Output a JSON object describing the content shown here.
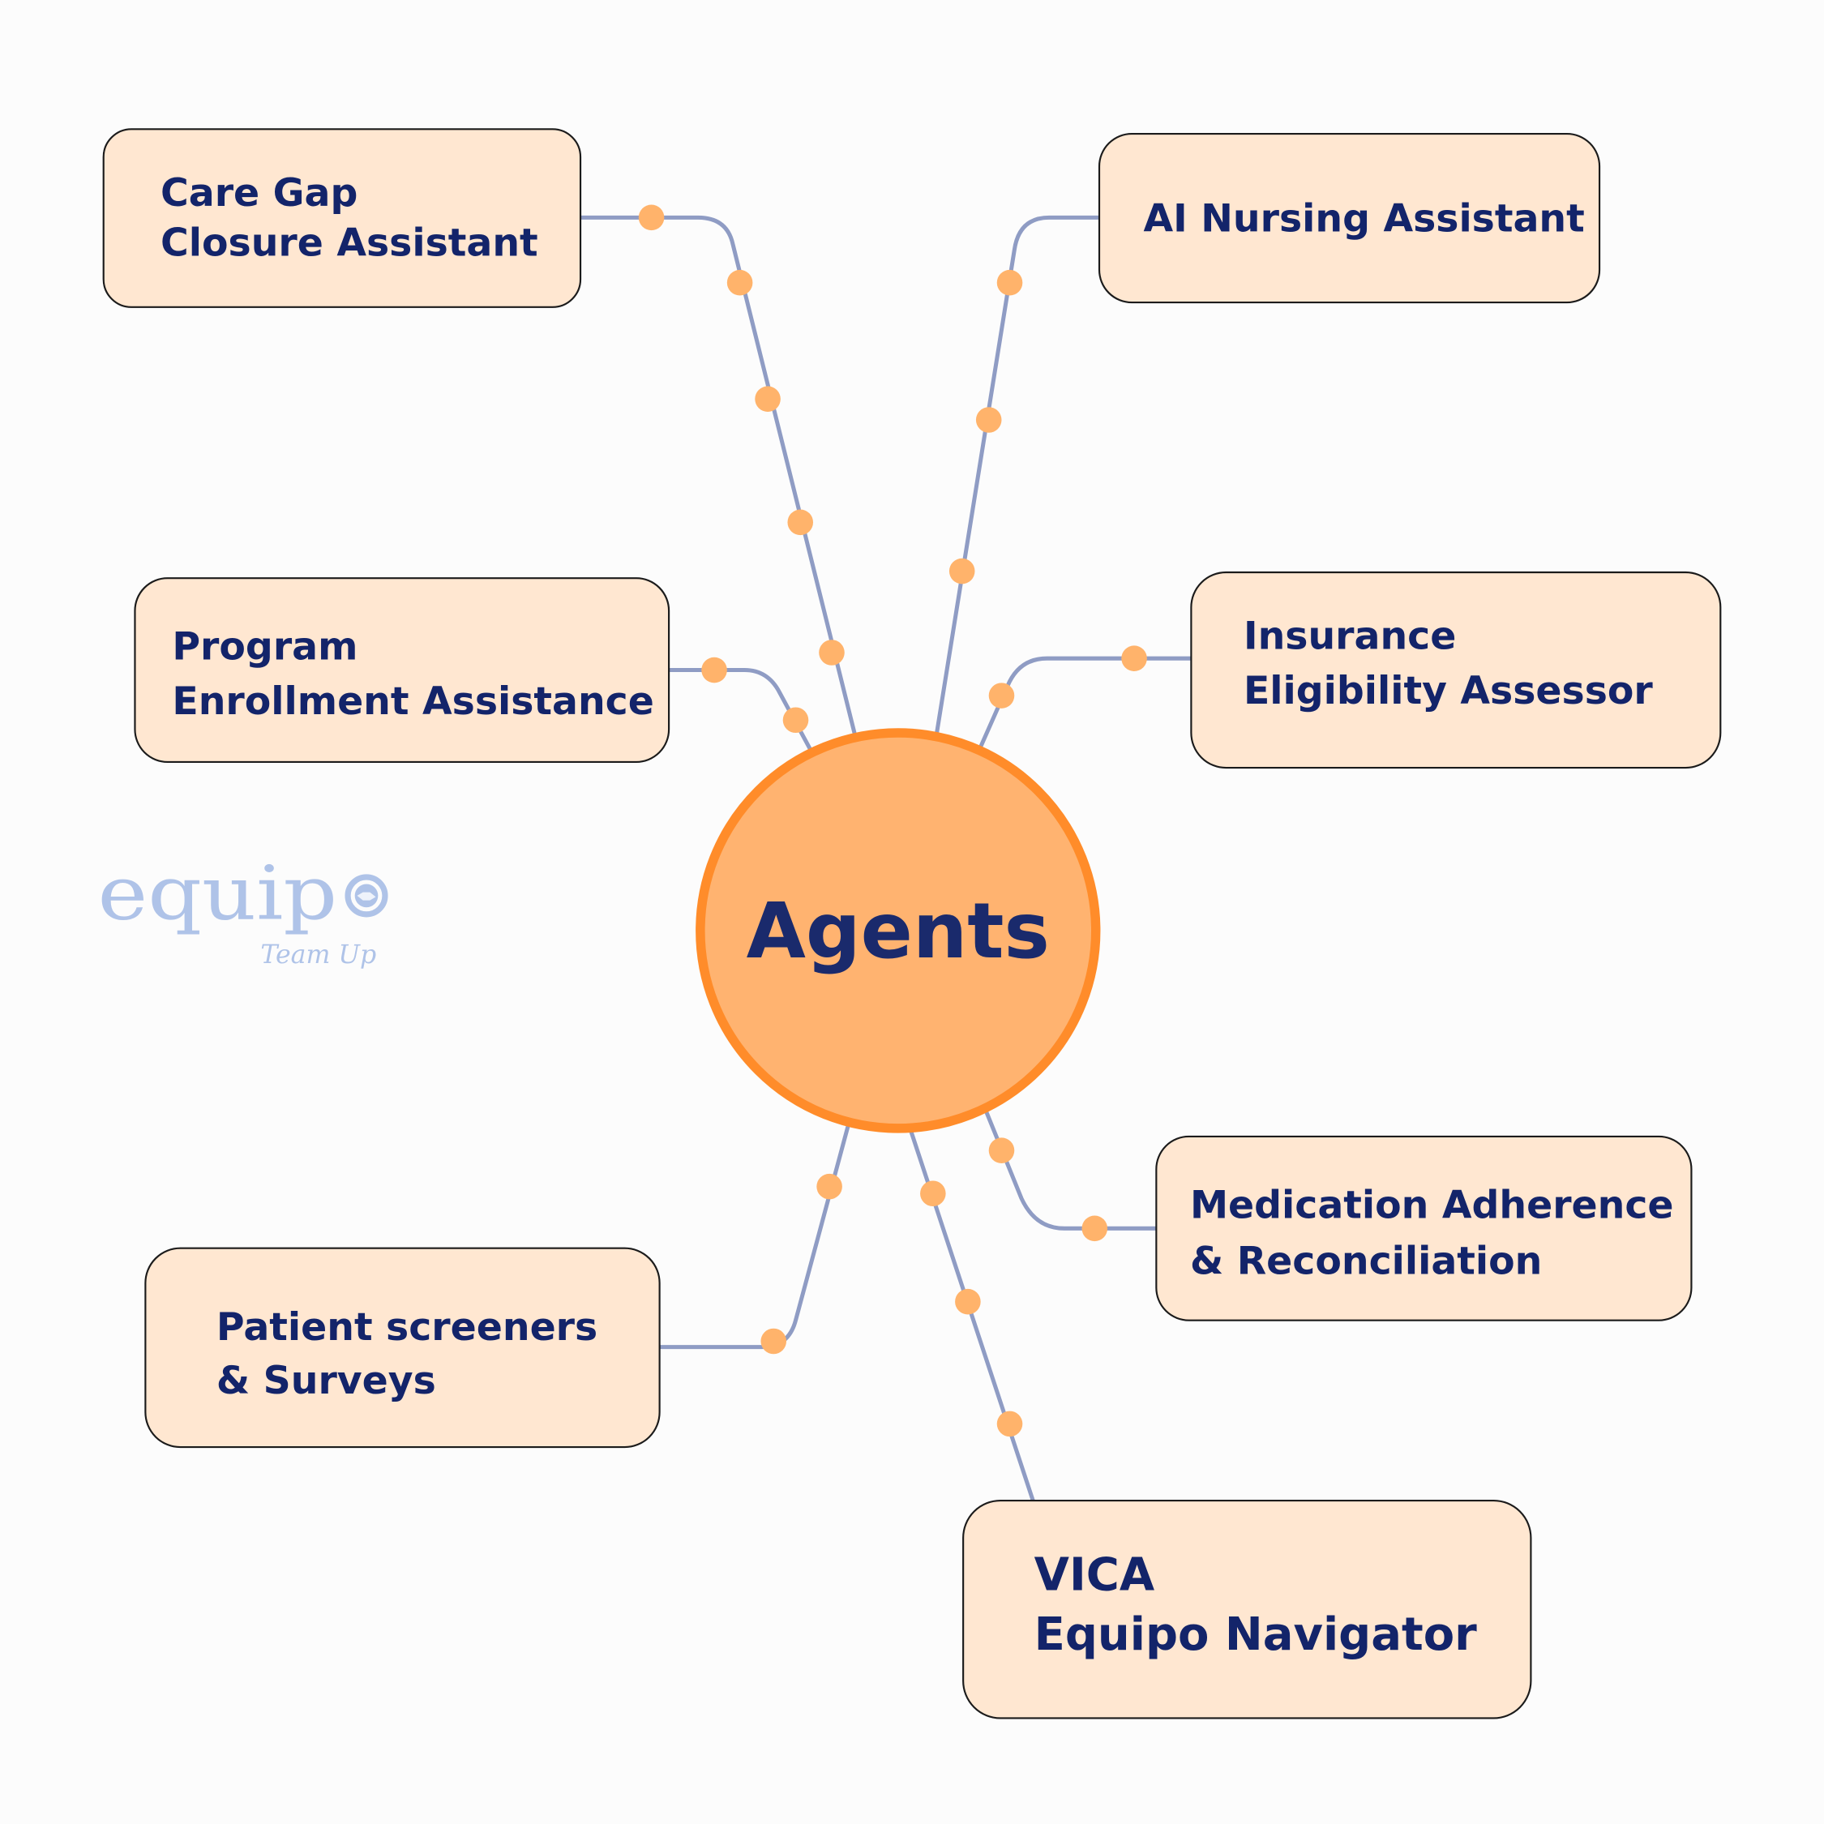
{
  "center": {
    "label": "Agents"
  },
  "agents": [
    {
      "line1": "Care Gap",
      "line2": "Closure Assistant"
    },
    {
      "line1": "AI Nursing Assistant"
    },
    {
      "line1": "Program",
      "line2": "Enrollment Assistance"
    },
    {
      "line1": "Insurance",
      "line2": "Eligibility Assessor"
    },
    {
      "line1": "Medication Adherence",
      "line2": "& Reconciliation"
    },
    {
      "line1": "Patient screeners",
      "line2": "& Surveys"
    },
    {
      "line1": "VICA",
      "line2": "Equipo Navigator"
    }
  ],
  "logo": {
    "name": "equip",
    "tagline": "Team Up"
  },
  "colors": {
    "line": "#8F9CC4",
    "dot": "#FFB36B",
    "box": "#FFE7D1",
    "circle_fill": "#FFB370",
    "circle_stroke": "#FF8C2A",
    "text": "#13246A"
  }
}
